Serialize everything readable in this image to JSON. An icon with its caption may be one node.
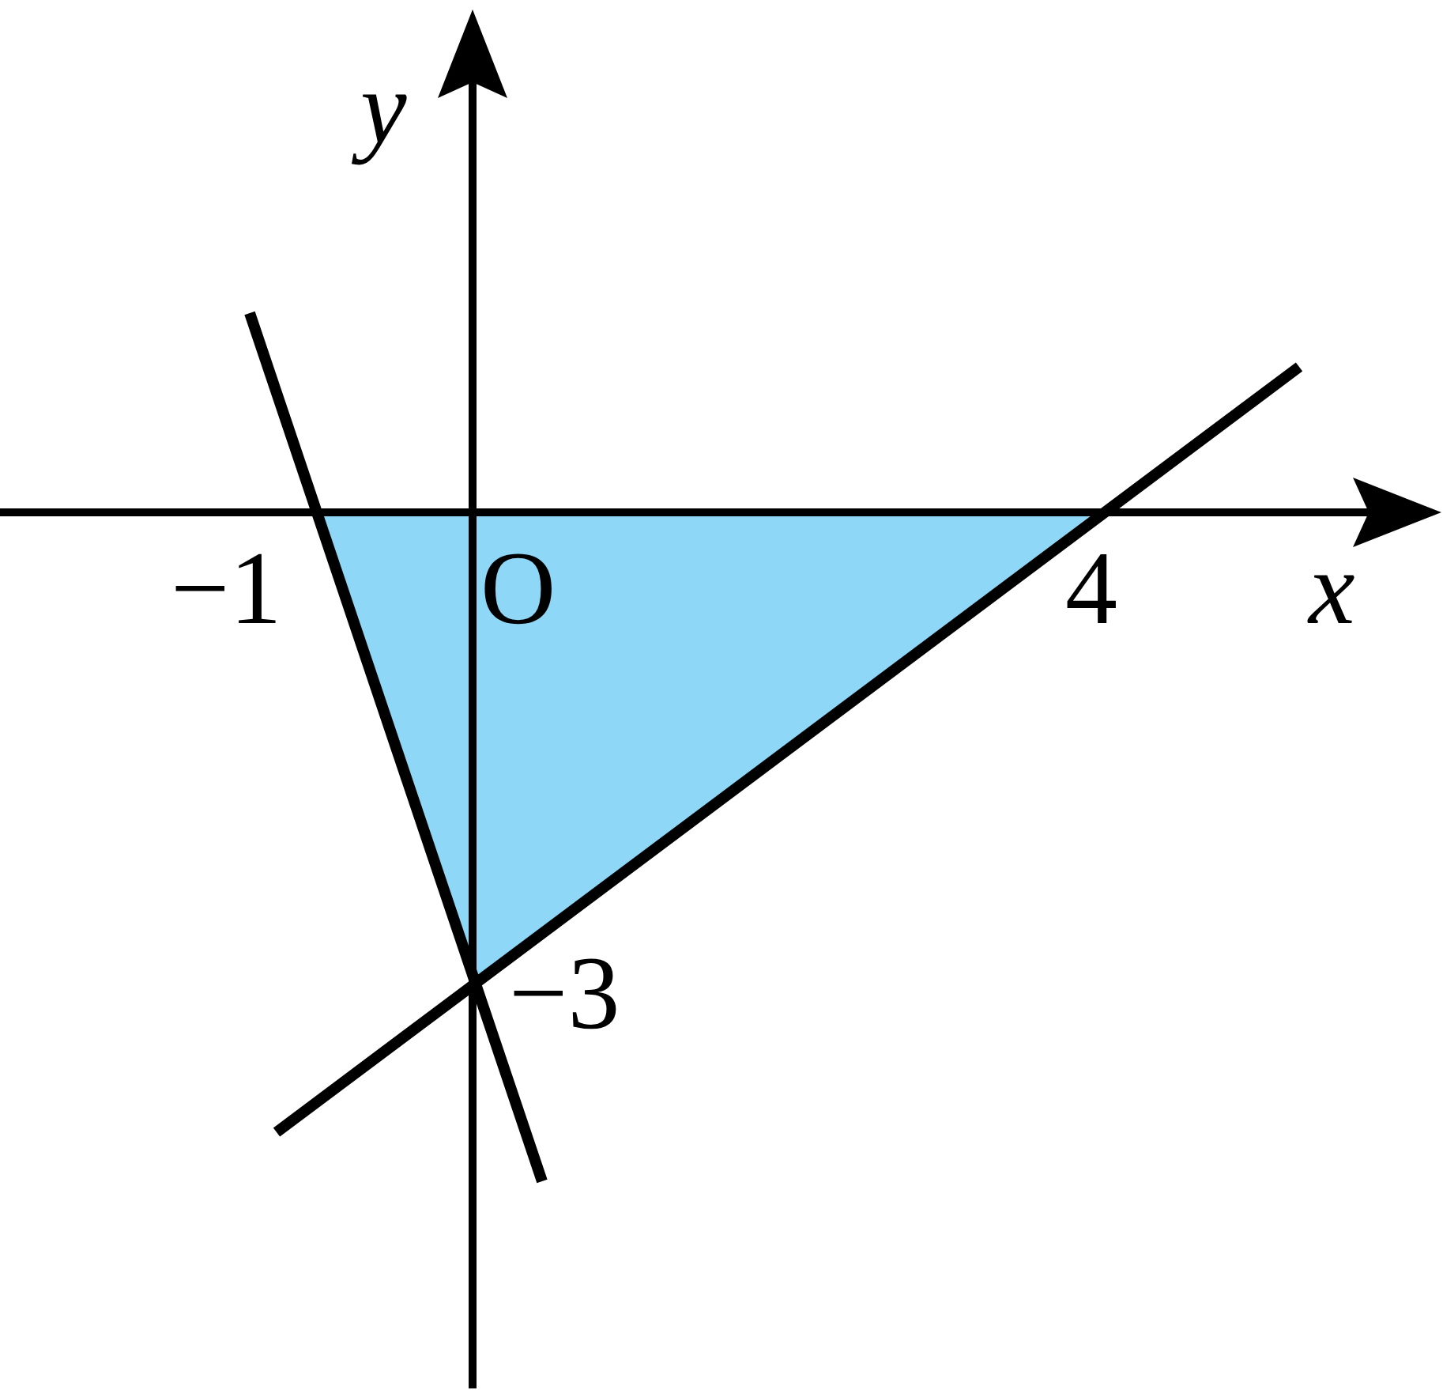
{
  "diagram": {
    "labels": [
      "y",
      "−1",
      "O",
      "4",
      "x",
      "−3"
    ]
  }
}
